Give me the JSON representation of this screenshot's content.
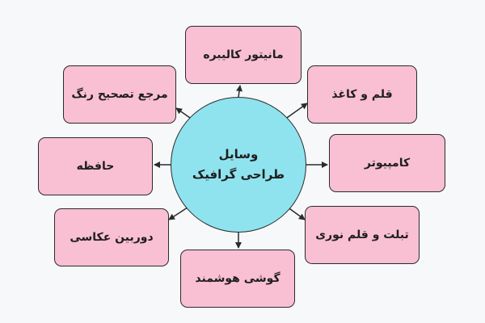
{
  "center": {
    "line1": "وسایل",
    "line2": "طراحی گرافیک"
  },
  "nodes": [
    "مانیتور کالیبره",
    "مرجع تصحیح رنگ",
    "قلم و کاغذ",
    "حافظه",
    "کامپیوتر",
    "دوربین عکاسی",
    "تبلت و قلم نوری",
    "گوشی هوشمند"
  ],
  "colors": {
    "node_fill": "#f9bfd3",
    "center_fill": "#8fe3ee",
    "stroke": "#2b2b2b",
    "background": "#f7f8fa"
  }
}
